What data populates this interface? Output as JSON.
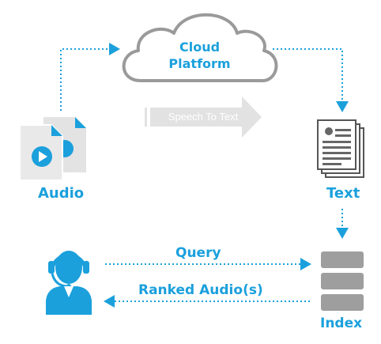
{
  "colors": {
    "accent": "#1ba0dc",
    "cloud_stroke": "#9a9a9a",
    "arrow_fill": "#e2e2e2",
    "index_block": "#9e9e9e",
    "doc_fill": "#e9e9e9"
  },
  "nodes": {
    "cloud": {
      "line1": "Cloud",
      "line2": "Platform"
    },
    "audio": {
      "label": "Audio",
      "icon": "audio-files-icon"
    },
    "text": {
      "label": "Text",
      "icon": "documents-icon"
    },
    "index": {
      "label": "Index",
      "icon": "database-index-icon"
    },
    "user": {
      "icon": "headset-user-icon"
    }
  },
  "edges": {
    "speech_to_text": "Speech To Text",
    "query": "Query",
    "ranked": "Ranked Audio(s)"
  }
}
